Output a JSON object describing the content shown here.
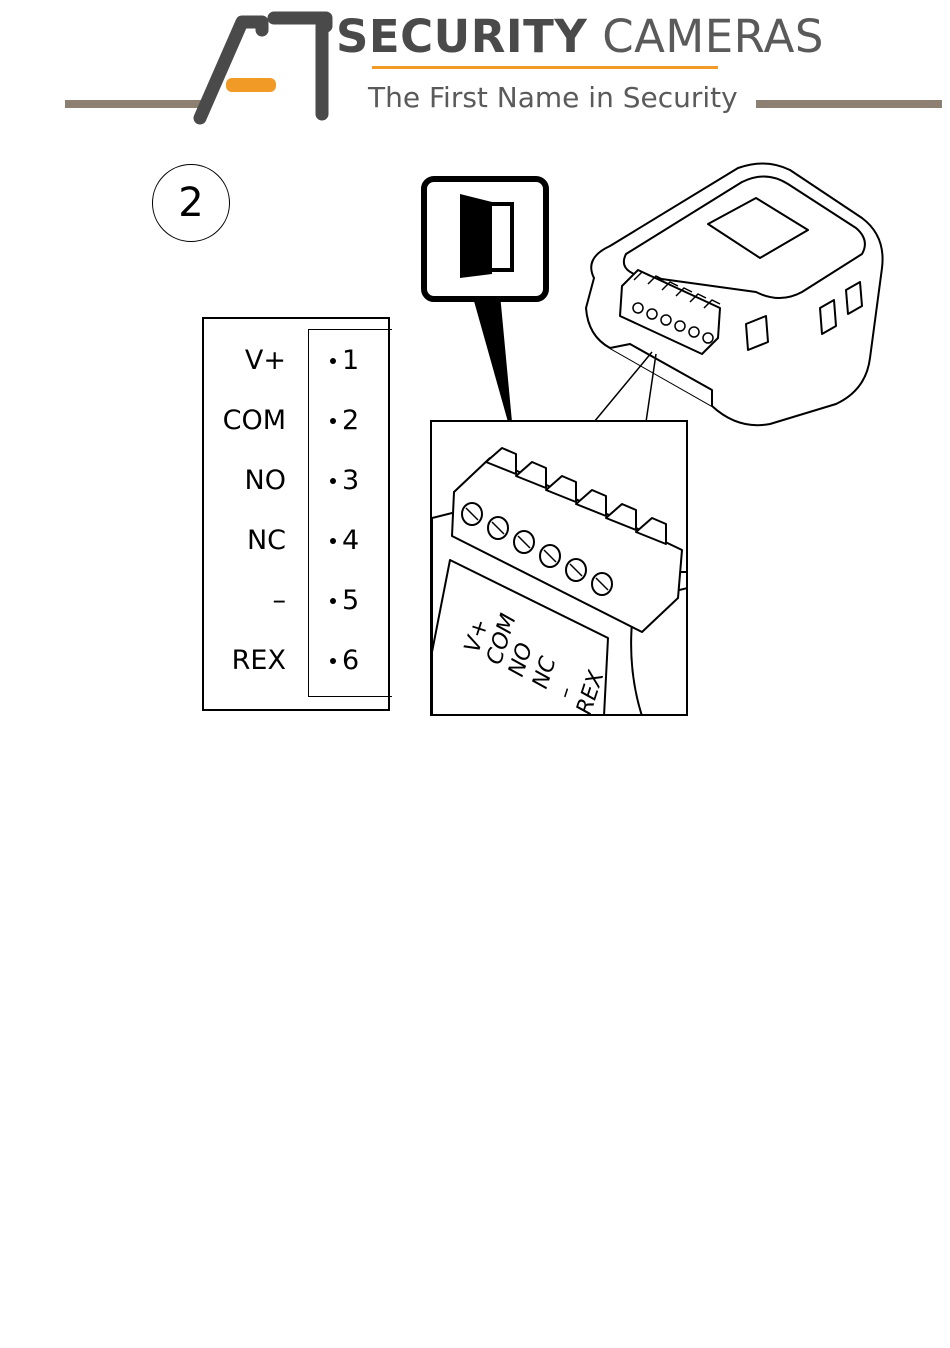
{
  "header": {
    "logo_mark": "A1",
    "brand_bold": "SECURITY",
    "brand_light": "CAMERAS",
    "tagline": "The First Name in Security"
  },
  "step": {
    "number": "2"
  },
  "pins": [
    {
      "label": "V+",
      "number": "1"
    },
    {
      "label": "COM",
      "number": "2"
    },
    {
      "label": "NO",
      "number": "3"
    },
    {
      "label": "NC",
      "number": "4"
    },
    {
      "label": "–",
      "number": "5"
    },
    {
      "label": "REX",
      "number": "6"
    }
  ],
  "connector_labels": [
    "V+",
    "COM",
    "NO",
    "NC",
    "–",
    "REX"
  ],
  "icons": {
    "door": "door-icon"
  },
  "colors": {
    "accent": "#f29a26",
    "header_line": "#8d8073",
    "logo": "#4a4a4a"
  }
}
